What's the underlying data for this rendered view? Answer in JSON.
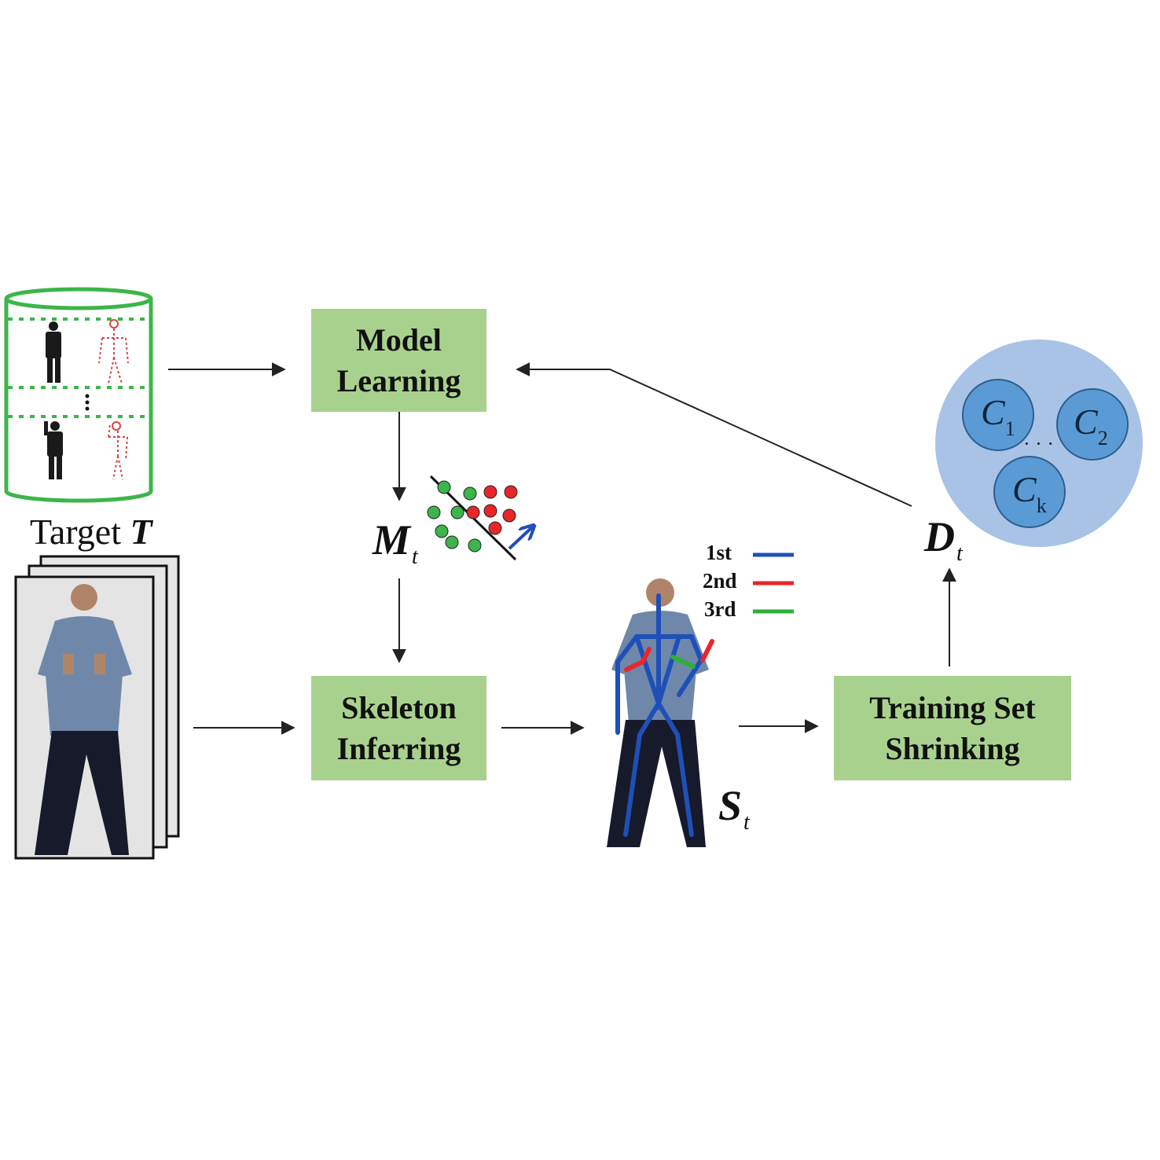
{
  "boxes": {
    "model_learning": [
      "Model",
      "Learning"
    ],
    "skeleton_inferring": [
      "Skeleton",
      "Inferring"
    ],
    "training_set_shrinking": [
      "Training Set",
      "Shrinking"
    ]
  },
  "labels": {
    "target_prefix": "Target",
    "target_symbol": "T",
    "model_symbol": "M",
    "model_sub": "t",
    "skeleton_symbol": "S",
    "skeleton_sub": "t",
    "dataset_symbol": "D",
    "dataset_sub": "t"
  },
  "legend": [
    {
      "label": "1st",
      "color": "#1f4fb8"
    },
    {
      "label": "2nd",
      "color": "#e8262a"
    },
    {
      "label": "3rd",
      "color": "#2fae3a"
    }
  ],
  "clusters": [
    {
      "symbol": "C",
      "sub": "1"
    },
    {
      "symbol": "C",
      "sub": "2"
    },
    {
      "symbol": "C",
      "sub": "k"
    }
  ],
  "cluster_ellipsis": "· · ·",
  "colors": {
    "box_fill": "#a9d18e",
    "cluster_outer": "#a8c3e6",
    "cluster_inner": "#5b9bd5",
    "cylinder": "#3cb54a"
  }
}
